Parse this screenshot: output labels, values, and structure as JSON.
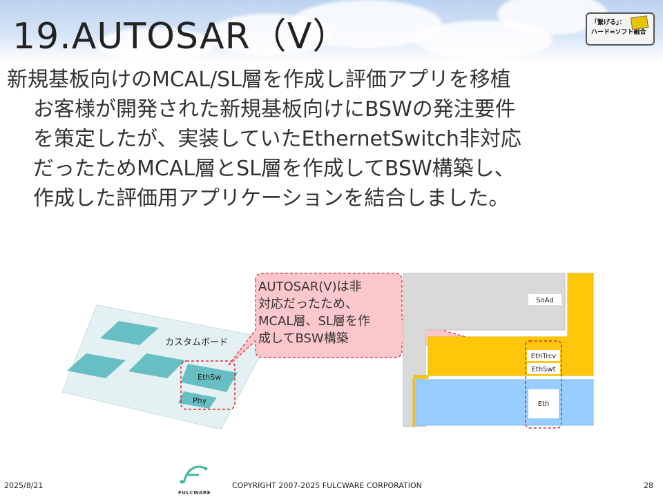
{
  "slide": {
    "title": "19.AUTOSAR（V）",
    "badge": {
      "line1": "「繋げる」：",
      "line2": "ハード⇔ソフト融合"
    },
    "lead": "新規基板向けのMCAL/SL層を作成し評価アプリを移植",
    "body_lines": [
      "お客様が開発された新規基板向けにBSWの発注要件",
      "を策定したが、実装していたEthernetSwitch非対応",
      "だったためMCAL層とSL層を作成してBSW構築し、",
      "作成した評価用アプリケーションを結合しました。"
    ]
  },
  "diagram": {
    "board_label": "カスタムボード",
    "chip_ethsw": "EthSw",
    "chip_phy": "Phy",
    "callout_lines": [
      "AUTOSAR(V)は非",
      "対応だったため、",
      "MCAL層、SL層を作",
      "成してBSW構築"
    ],
    "stack": {
      "soad": "SoAd",
      "ethtrcv": "EthTrcv",
      "ethswt": "EthSwt",
      "eth": "Eth"
    },
    "colors": {
      "board_fill": "#e4f1f3",
      "chip_fill": "#67bfc3",
      "callout_fill": "#fcc7ca",
      "callout_border": "#e0252d",
      "gray_block": "#d9d9d9",
      "yellow_block": "#ffc70a",
      "blue_block": "#99ccff"
    }
  },
  "footer": {
    "date": "2025/8/21",
    "brand": "FULCWARE",
    "copyright": "COPYRIGHT 2007-2025 FULCWARE CORPORATION",
    "page": "28"
  }
}
